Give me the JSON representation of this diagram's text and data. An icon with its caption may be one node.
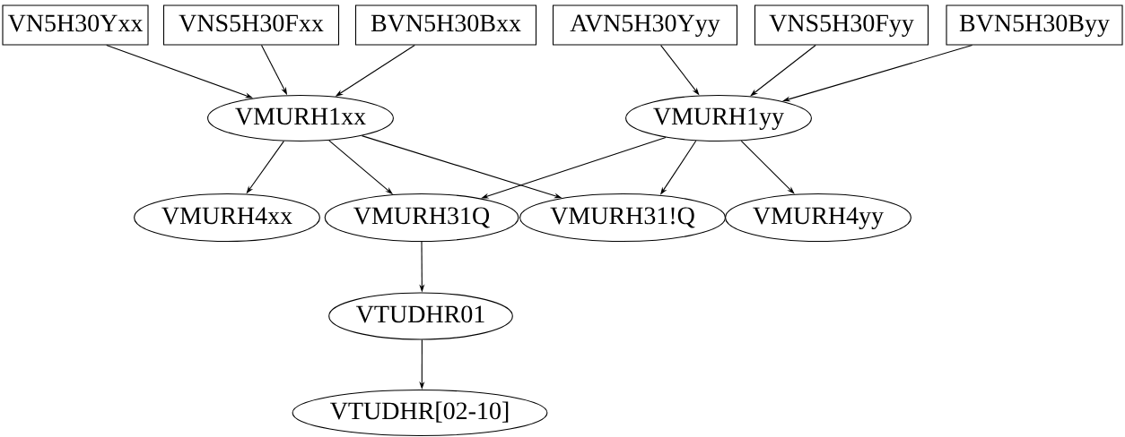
{
  "diagram": {
    "nodes": [
      {
        "text": [
          "VN5H30Yxx"
        ]
      },
      {
        "text": [
          "VNS5H30Fxx"
        ]
      },
      {
        "text": [
          "BVN5H30Bxx"
        ]
      },
      {
        "text": [
          "AVN5H30Yyy"
        ]
      },
      {
        "text": [
          "VNS5H30Fyy"
        ]
      },
      {
        "text": [
          "BVN5H30Byy"
        ]
      },
      {
        "text": [
          "VMURH1xx"
        ]
      },
      {
        "text": [
          "VMURH1yy"
        ]
      },
      {
        "text": [
          "VMURH4xx"
        ]
      },
      {
        "text": [
          "VMURH31Q"
        ]
      },
      {
        "text": [
          "VMURH31!Q"
        ]
      },
      {
        "text": [
          "VMURH4yy"
        ]
      },
      {
        "text": [
          "VTUDHR01"
        ]
      },
      {
        "text": [
          "VTUDHR[02-10]"
        ]
      }
    ],
    "edges": [
      {
        "from": 0,
        "to": 6,
        "arrow": "to"
      },
      {
        "from": 1,
        "to": 6,
        "arrow": "to"
      },
      {
        "from": 2,
        "to": 6,
        "arrow": "to"
      },
      {
        "from": 3,
        "to": 7,
        "arrow": "to"
      },
      {
        "from": 4,
        "to": 7,
        "arrow": "to"
      },
      {
        "from": 5,
        "to": 7,
        "arrow": "to"
      },
      {
        "from": 6,
        "to": 8,
        "arrow": "to"
      },
      {
        "from": 6,
        "to": 9,
        "arrow": "to"
      },
      {
        "from": 6,
        "to": 10,
        "arrow": "to"
      },
      {
        "from": 7,
        "to": 9,
        "arrow": "to"
      },
      {
        "from": 7,
        "to": 10,
        "arrow": "to"
      },
      {
        "from": 7,
        "to": 11,
        "arrow": "to"
      },
      {
        "from": 9,
        "to": 12,
        "arrow": "to"
      },
      {
        "from": 12,
        "to": 13,
        "arrow": "to"
      }
    ]
  }
}
